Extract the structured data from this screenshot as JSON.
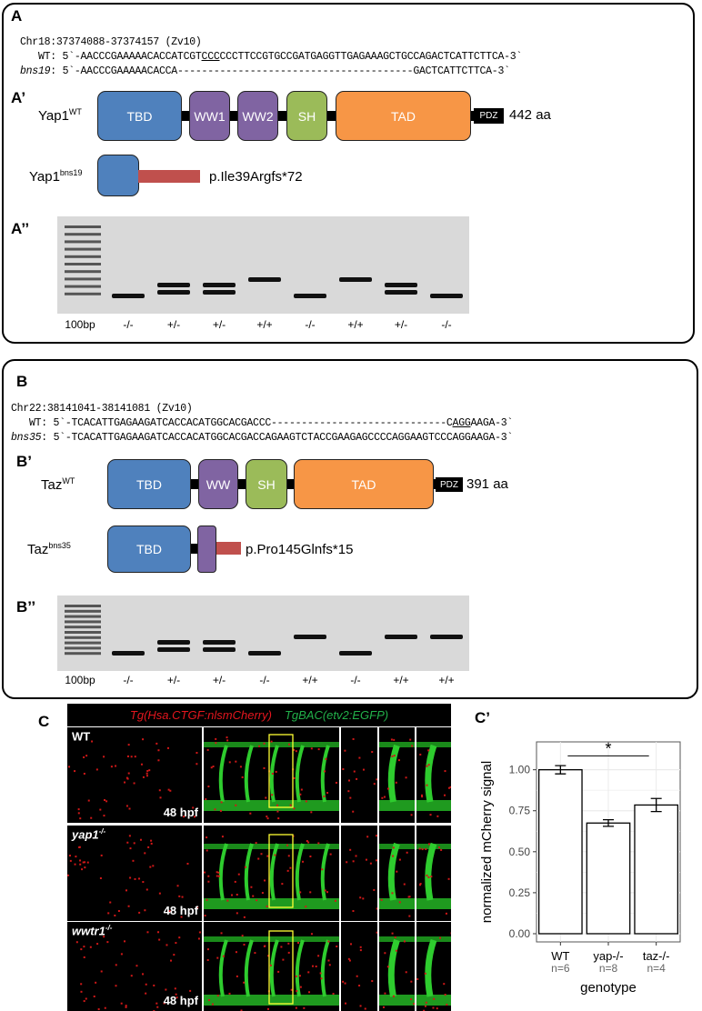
{
  "panelA": {
    "label": "A",
    "label2": "A’",
    "label3": "A’’",
    "coord": "Chr18:37374088-37374157 (Zv10)",
    "wt_prefix": "   WT: 5`-AACCCGAAAAACACCATCGT",
    "wt_ul": "CCC",
    "wt_rest": "CCCTTCCGTGCCGATGAGGTTGAGAAAGCTGCCAGACTCATTCTTCA-3`",
    "mut_name": "bns19",
    "mut_seq": ": 5`-AACCCGAAAAACACCA---------------------------------------GACTCATTCTTCA-3`",
    "wt_protein": "Yap1",
    "wt_sup": "WT",
    "domains": [
      "TBD",
      "WW1",
      "WW2",
      "SH",
      "TAD"
    ],
    "pdz": "PDZ",
    "length": "442 aa",
    "mut_protein": "Yap1",
    "mut_sup": "bns19",
    "mut_effect": "p.Ile39Argfs*72",
    "ladder": "100bp",
    "lanes": [
      "-/-",
      "+/-",
      "+/-",
      "+/+",
      "-/-",
      "+/+",
      "+/-",
      "-/-"
    ]
  },
  "panelB": {
    "label": "B",
    "label2": "B’",
    "label3": "B’’",
    "coord": "Chr22:38141041-38141081 (Zv10)",
    "wt_prefix": "   WT: 5`-TCACATTGAGAAGATCACCACATGGCACGACCC-----------------------------C",
    "wt_ul": "AGG",
    "wt_rest": "AAGA-3`",
    "mut_name": "bns35",
    "mut_seq": ": 5`-TCACATTGAGAAGATCACCACATGGCACGACCAGAAGTCTACCGAAGAGCCCCAGGAAGTCCCAGGAAGA-3`",
    "wt_protein": "Taz",
    "wt_sup": "WT",
    "domains": [
      "TBD",
      "WW",
      "SH",
      "TAD"
    ],
    "pdz": "PDZ",
    "length": "391 aa",
    "mut_protein": "Taz",
    "mut_sup": "bns35",
    "mut_domain": "TBD",
    "mut_effect": "p.Pro145Glnfs*15",
    "ladder": "100bp",
    "lanes": [
      "-/-",
      "+/-",
      "+/-",
      "-/-",
      "+/+",
      "-/-",
      "+/+",
      "+/+"
    ]
  },
  "panelC": {
    "label": "C",
    "red_title": "Tg(Hsa.CTGF:nlsmCherry)",
    "green_title": "TgBAC(etv2:EGFP)",
    "rows": [
      {
        "name": "WT",
        "sup": "",
        "stage": "48 hpf"
      },
      {
        "name": "yap1",
        "sup": "-/-",
        "stage": "48 hpf"
      },
      {
        "name": "wwtr1",
        "sup": "-/-",
        "stage": "48 hpf"
      }
    ]
  },
  "colors": {
    "tbd": "#4f81bd",
    "ww": "#8064a2",
    "sh": "#9bbb59",
    "tad": "#f79646",
    "trunc": "#c0504d"
  },
  "chart_data": {
    "label": "C’",
    "type": "bar",
    "xlabel": "genotype",
    "ylabel": "normalized mCherry signal",
    "categories": [
      "WT",
      "yap-/-",
      "taz-/-"
    ],
    "n": [
      "n=6",
      "n=8",
      "n=4"
    ],
    "values": [
      1.0,
      0.675,
      0.785
    ],
    "errors": [
      0.025,
      0.02,
      0.04
    ],
    "ylim": [
      -0.05,
      1.17
    ],
    "yticks": [
      "0.00",
      "0.25",
      "0.50",
      "0.75",
      "1.00"
    ],
    "significance": {
      "from": "WT",
      "to": "taz-/-",
      "mark": "*"
    },
    "grid": true
  }
}
